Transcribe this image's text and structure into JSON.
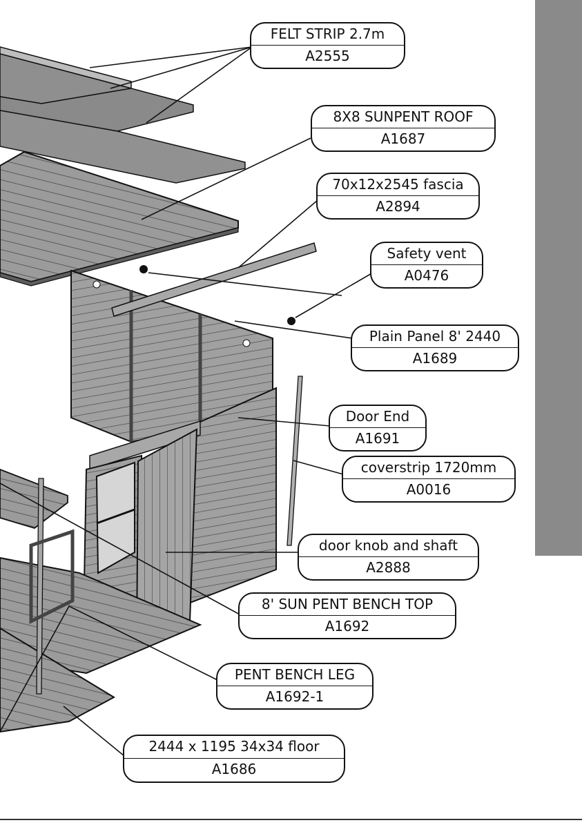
{
  "labels": [
    {
      "name": "FELT STRIP 2.7m",
      "code": "A2555"
    },
    {
      "name": "8X8 SUNPENT ROOF",
      "code": "A1687"
    },
    {
      "name": "70x12x2545 fascia",
      "code": "A2894"
    },
    {
      "name": "Safety vent",
      "code": "A0476"
    },
    {
      "name": "Plain Panel 8' 2440",
      "code": "A1689"
    },
    {
      "name": "Door End",
      "code": "A1691"
    },
    {
      "name": "coverstrip 1720mm",
      "code": "A0016"
    },
    {
      "name": "door knob and shaft",
      "code": "A2888"
    },
    {
      "name": "8' SUN PENT BENCH TOP",
      "code": "A1692"
    },
    {
      "name": "PENT BENCH LEG",
      "code": "A1692-1"
    },
    {
      "name": "2444 x 1195  34x34 floor",
      "code": "A1686"
    }
  ],
  "colors": {
    "part_fill": "#9a9a9a",
    "part_dark": "#5e5e5e",
    "line": "#111111",
    "sidebar": "#8a8a8a"
  }
}
